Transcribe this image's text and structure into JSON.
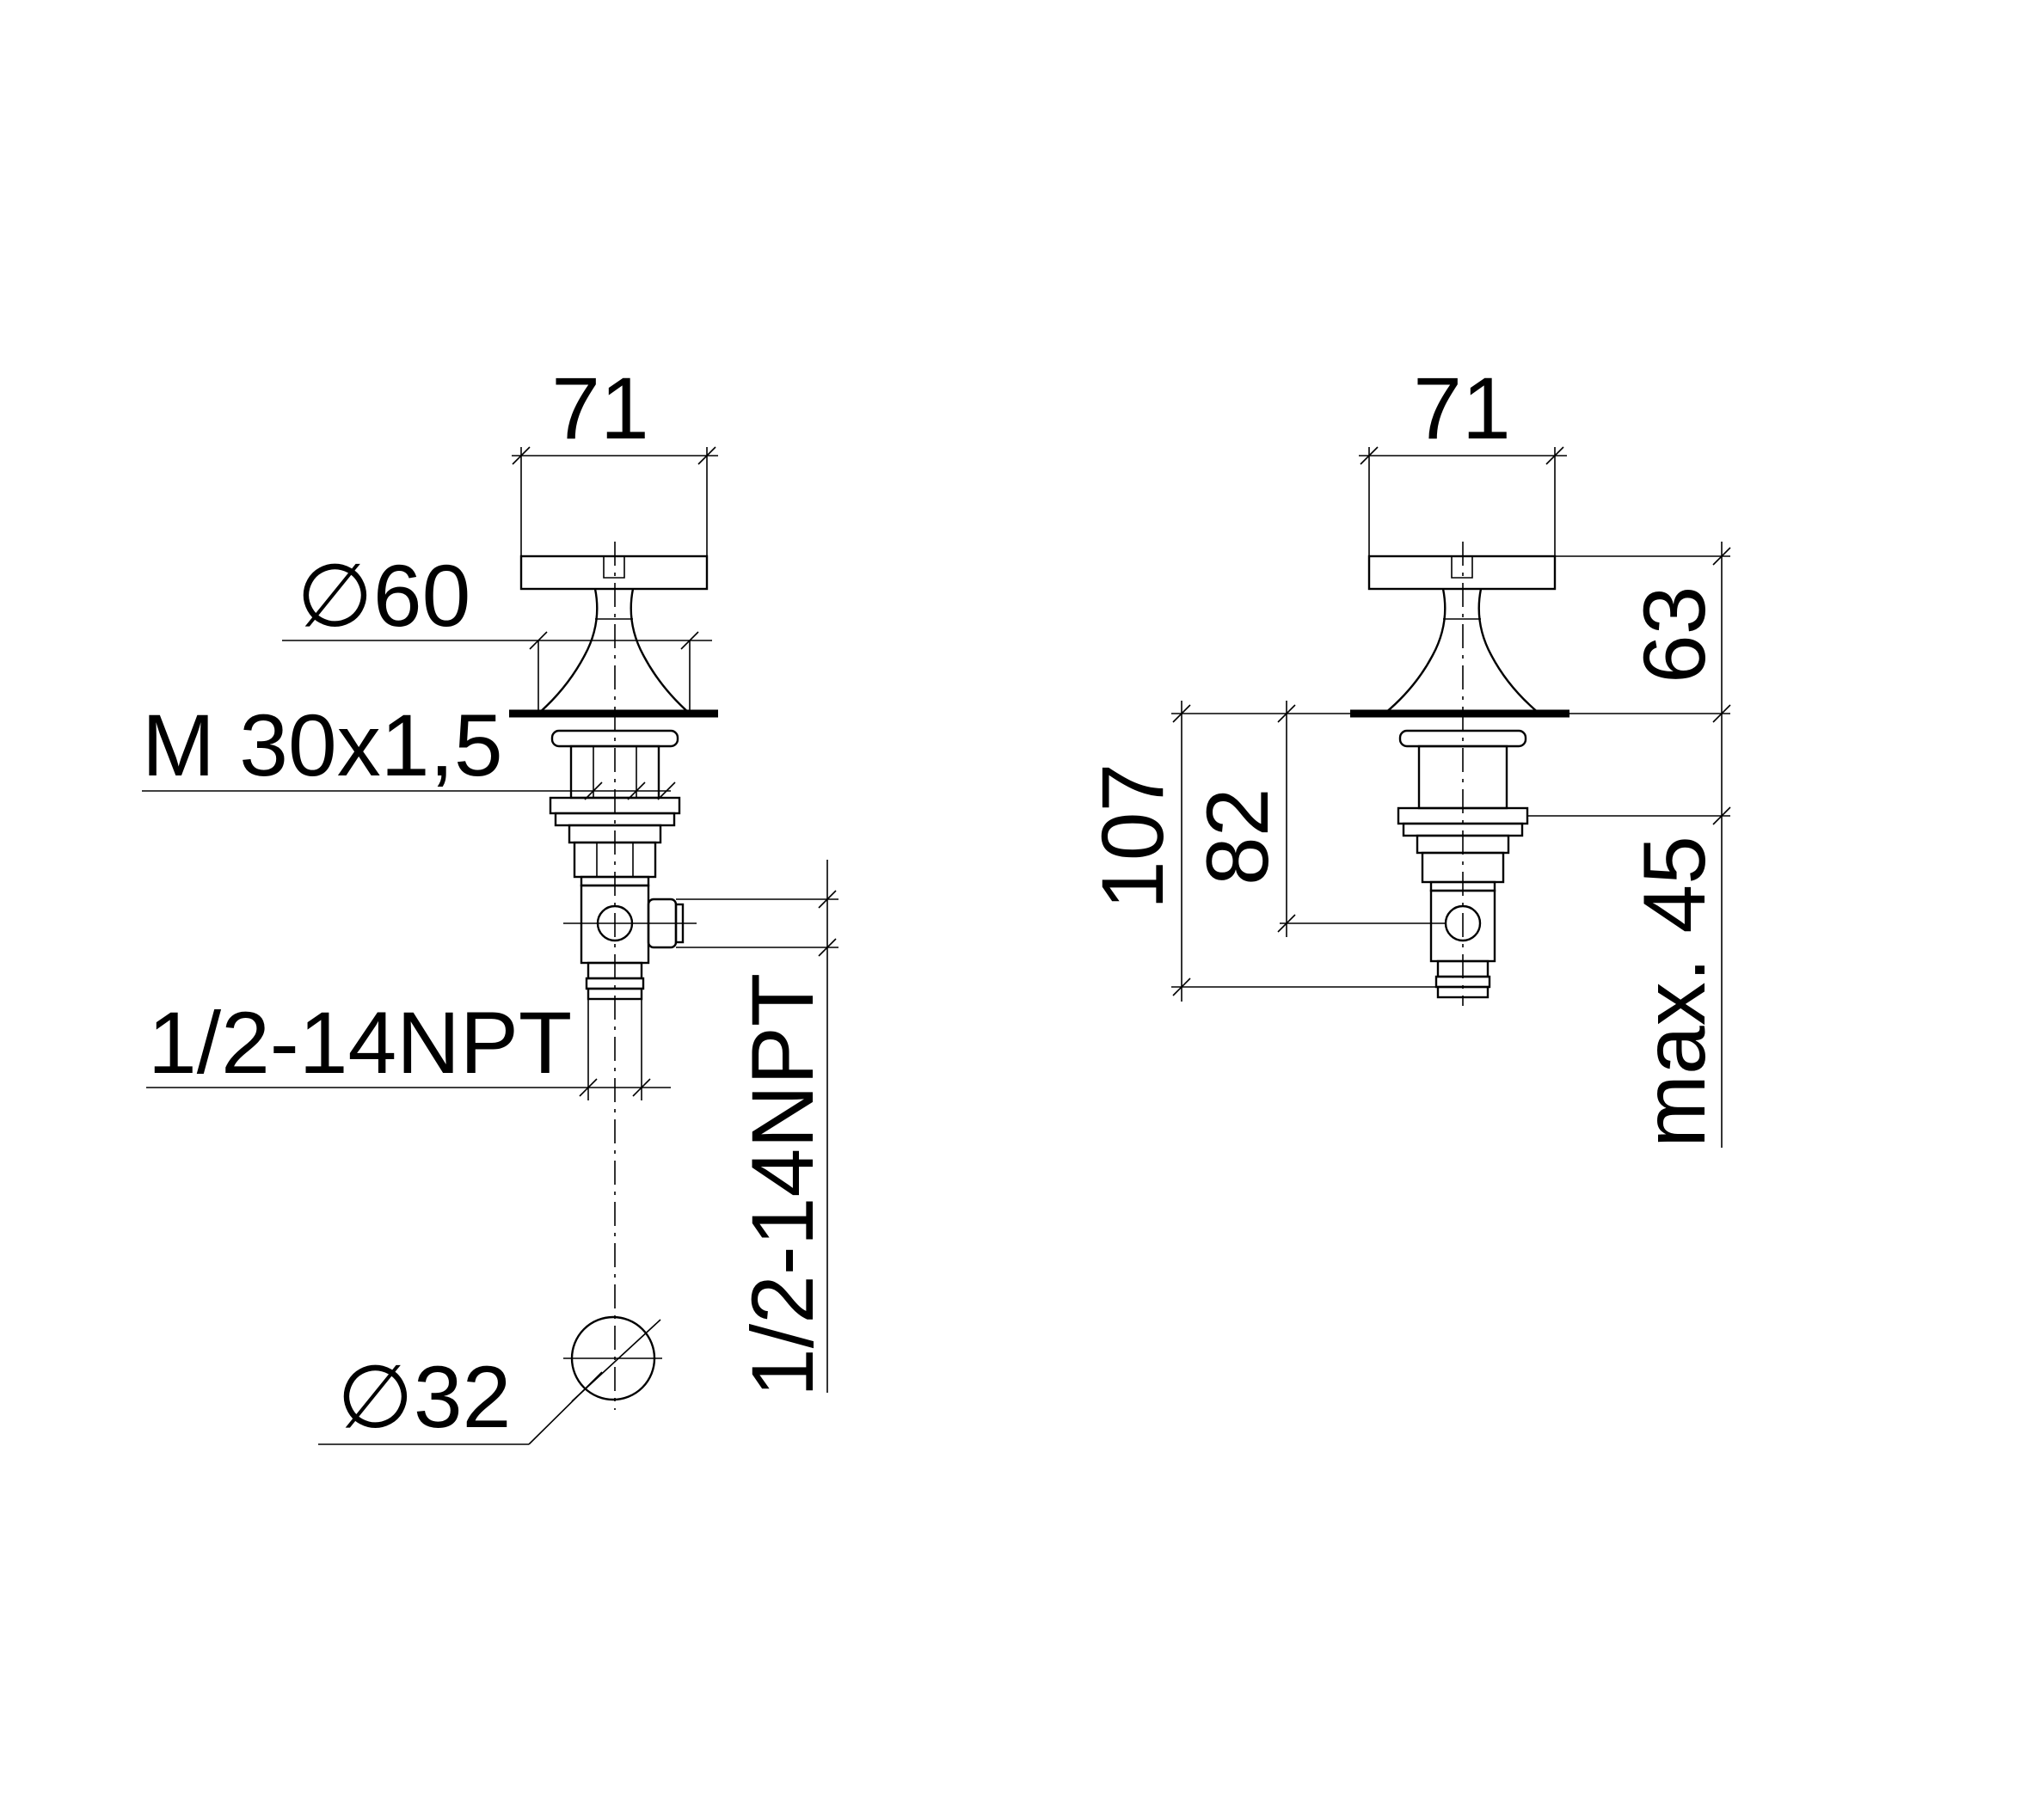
{
  "left_view": {
    "dim_width_top": "71",
    "dim_flange_dia": "∅60",
    "dim_thread": "M 30x1,5",
    "dim_outlet_bottom": "1/2-14NPT",
    "dim_outlet_side": "1/2-14NPT",
    "dim_hole_dia": "∅32"
  },
  "right_view": {
    "dim_width_top": "71",
    "dim_height_handle": "63",
    "dim_total_depth": "107",
    "dim_outlet_depth": "82",
    "dim_max_clamp": "max. 45"
  }
}
